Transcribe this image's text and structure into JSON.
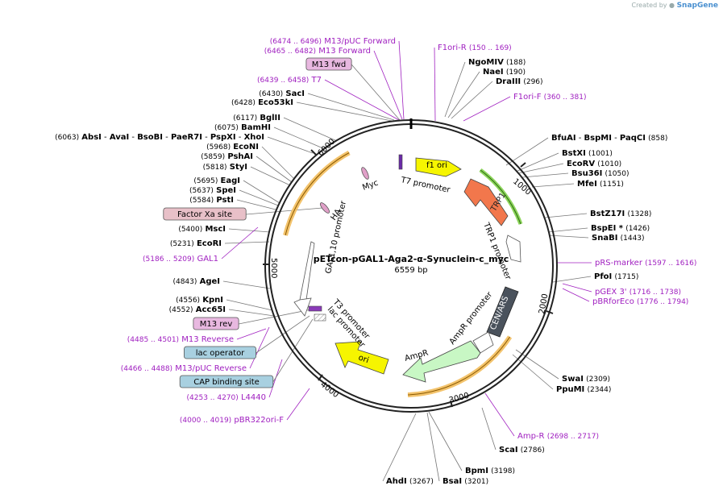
{
  "credit": {
    "prefix": "Created by",
    "brand": "SnapGene"
  },
  "plasmid": {
    "name": "pETcon-pGAL1-Aga2-α-Synuclein-c_myc",
    "length_label": "6559 bp",
    "length": 6559
  },
  "colors": {
    "enzyme": "#000000",
    "primer": "#a020c0",
    "feature_box": "#e8b8e0",
    "blue_box": "#a8d0e0",
    "pink_box": "#e8c0c8",
    "backbone": "#222222"
  },
  "tick_labels": [
    "1000",
    "2000",
    "3000",
    "4000",
    "5000",
    "6000"
  ],
  "enzymes": [
    {
      "name": "NgoMIV",
      "pos": "(188)"
    },
    {
      "name": "NaeI",
      "pos": "(190)"
    },
    {
      "name": "DraIII",
      "pos": "(296)"
    },
    {
      "name": "BfuAI",
      "sep1": "-",
      "name2": "BspMI",
      "sep2": "-",
      "name3": "PaqCI",
      "pos": "(858)"
    },
    {
      "name": "BstXI",
      "pos": "(1001)"
    },
    {
      "name": "EcoRV",
      "pos": "(1010)"
    },
    {
      "name": "Bsu36I",
      "pos": "(1050)"
    },
    {
      "name": "MfeI",
      "pos": "(1151)"
    },
    {
      "name": "BstZ17I",
      "pos": "(1328)"
    },
    {
      "name": "BspEI *",
      "pos": "(1426)"
    },
    {
      "name": "SnaBI",
      "pos": "(1443)"
    },
    {
      "name": "PfoI",
      "pos": "(1715)"
    },
    {
      "name": "SwaI",
      "pos": "(2309)"
    },
    {
      "name": "PpuMI",
      "pos": "(2344)"
    },
    {
      "name": "ScaI",
      "pos": "(2786)"
    },
    {
      "name": "BpmI",
      "pos": "(3198)"
    },
    {
      "name": "BsaI",
      "pos": "(3201)"
    },
    {
      "name": "AhdI",
      "pos": "(3267)"
    },
    {
      "name": "Acc65I",
      "pos": "(4552)"
    },
    {
      "name": "KpnI",
      "pos": "(4556)"
    },
    {
      "name": "AgeI",
      "pos": "(4843)"
    },
    {
      "name": "EcoRI",
      "pos": "(5231)"
    },
    {
      "name": "MscI",
      "pos": "(5400)"
    },
    {
      "name": "PstI",
      "pos": "(5584)"
    },
    {
      "name": "SpeI",
      "pos": "(5637)"
    },
    {
      "name": "EagI",
      "pos": "(5695)"
    },
    {
      "name": "StyI",
      "pos": "(5818)"
    },
    {
      "name": "PshAI",
      "pos": "(5859)"
    },
    {
      "name": "EcoNI",
      "pos": "(5968)"
    },
    {
      "name": "XhoI",
      "pos": "(6063)",
      "prefix": "AbsI",
      "p2": "AvaI",
      "p3": "BsoBI",
      "p4": "PaeR7I",
      "p5": "PspXI"
    },
    {
      "name": "BamHI",
      "pos": "(6075)"
    },
    {
      "name": "BglII",
      "pos": "(6117)"
    },
    {
      "name": "Eco53kI",
      "pos": "(6428)"
    },
    {
      "name": "SacI",
      "pos": "(6430)"
    }
  ],
  "primers": [
    {
      "name": "F1ori-R",
      "pos": "(150 .. 169)"
    },
    {
      "name": "F1ori-F",
      "pos": "(360 .. 381)"
    },
    {
      "name": "pRS-marker",
      "pos": "(1597 .. 1616)"
    },
    {
      "name": "pGEX 3'",
      "pos": "(1716 .. 1738)"
    },
    {
      "name": "pBRforEco",
      "pos": "(1776 .. 1794)"
    },
    {
      "name": "Amp-R",
      "pos": "(2698 .. 2717)"
    },
    {
      "name": "pBR322ori-F",
      "pos": "(4000 .. 4019)"
    },
    {
      "name": "L4440",
      "pos": "(4253 .. 4270)"
    },
    {
      "name": "M13/pUC Reverse",
      "pos": "(4466 .. 4488)"
    },
    {
      "name": "M13 Reverse",
      "pos": "(4485 .. 4501)"
    },
    {
      "name": "GAL1",
      "pos": "(5186 .. 5209)"
    },
    {
      "name": "T7",
      "pos": "(6439 .. 6458)"
    },
    {
      "name": "M13 Forward",
      "pos": "(6465 .. 6482)"
    },
    {
      "name": "M13/pUC Forward",
      "pos": "(6474 .. 6496)"
    }
  ],
  "boxes": [
    "M13 fwd",
    "Factor Xa site",
    "M13 rev",
    "lac operator",
    "CAP binding site"
  ],
  "features": {
    "f1ori": "f1 ori",
    "trp1": "TRP1",
    "trp1_promoter": "TRP1 promoter",
    "cen_ars": "CEN/ARS",
    "ampr_promoter": "AmpR promoter",
    "ampr": "AmpR",
    "ori": "ori",
    "lac_promoter": "lac promoter",
    "t3_promoter": "T3 promoter",
    "gal_promoter": "GAL1,10 promoter",
    "ha": "HA",
    "myc": "Myc",
    "t7_promoter": "T7 promoter"
  }
}
